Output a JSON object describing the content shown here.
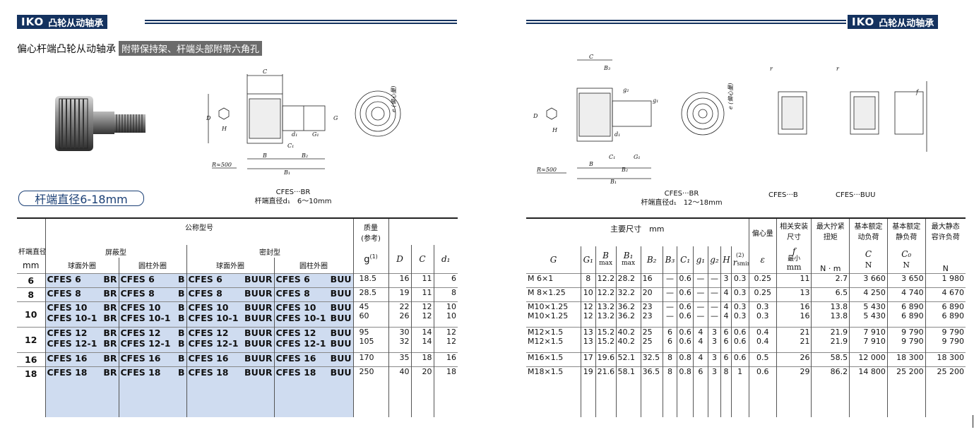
{
  "left_header": {
    "logo": "IKO",
    "title": "凸轮从动轴承"
  },
  "right_header": {
    "logo": "IKO",
    "title": "凸轮从动轴承"
  },
  "subtitle": {
    "main": "偏心杆端凸轮从动轴承",
    "highlight": "附带保持架、杆端头部附带六角孔"
  },
  "shaft_range_label": "杆端直径6-18mm",
  "captions": {
    "left": [
      "CFES···BR",
      "杆端直径d₁　6～10mm"
    ],
    "right_main": [
      "CFES···BR",
      "杆端直径d₁　12～18mm"
    ],
    "right_b": "CFES···B",
    "right_buu": "CFES···BUU"
  },
  "drawing_labels": {
    "left": [
      "C",
      "D",
      "H",
      "e (偏心量)",
      "G",
      "d₁",
      "G₁",
      "C₁",
      "B",
      "B₂",
      "B₁",
      "R≈500"
    ],
    "right": [
      "C",
      "B₃",
      "g₂",
      "g₁",
      "D",
      "H",
      "d₁",
      "C₁",
      "G₁",
      "B",
      "B₂",
      "B₁",
      "R≈500",
      "e (偏心量)",
      "r",
      "r",
      "f"
    ]
  },
  "left_table": {
    "headers": {
      "col0": "杆端直径",
      "col0_unit": "mm",
      "nominal": "公称型号",
      "shielded": "屏蔽型",
      "sealed": "密封型",
      "spherical": "球面外圈",
      "cylindrical": "圆柱外圈",
      "mass": "质量\n(参考)",
      "mass_unit": "g",
      "mass_note": "(1)",
      "D": "D",
      "C": "C",
      "d1": "d₁"
    },
    "rows": [
      {
        "d": "6",
        "lines": [
          [
            "CFES  6",
            "BR",
            "CFES  6",
            "B",
            "CFES  6",
            "BUUR",
            "CFES  6",
            "BUU",
            "18.5",
            "16",
            "11",
            "6"
          ]
        ]
      },
      {
        "d": "8",
        "lines": [
          [
            "CFES  8",
            "BR",
            "CFES  8",
            "B",
            "CFES  8",
            "BUUR",
            "CFES  8",
            "BUU",
            "28.5",
            "19",
            "11",
            "8"
          ]
        ]
      },
      {
        "d": "10",
        "lines": [
          [
            "CFES 10",
            "BR",
            "CFES 10",
            "B",
            "CFES 10",
            "BUUR",
            "CFES 10",
            "BUU",
            "45",
            "22",
            "12",
            "10"
          ],
          [
            "CFES 10-1",
            "BR",
            "CFES 10-1",
            "B",
            "CFES 10-1",
            "BUUR",
            "CFES 10-1",
            "BUU",
            "60",
            "26",
            "12",
            "10"
          ]
        ]
      },
      {
        "d": "12",
        "lines": [
          [
            "CFES 12",
            "BR",
            "CFES 12",
            "B",
            "CFES 12",
            "BUUR",
            "CFES 12",
            "BUU",
            "95",
            "30",
            "14",
            "12"
          ],
          [
            "CFES 12-1",
            "BR",
            "CFES 12-1",
            "B",
            "CFES 12-1",
            "BUUR",
            "CFES 12-1",
            "BUU",
            "105",
            "32",
            "14",
            "12"
          ]
        ]
      },
      {
        "d": "16",
        "lines": [
          [
            "CFES 16",
            "BR",
            "CFES 16",
            "B",
            "CFES 16",
            "BUUR",
            "CFES 16",
            "BUU",
            "170",
            "35",
            "18",
            "16"
          ]
        ]
      },
      {
        "d": "18",
        "lines": [
          [
            "CFES 18",
            "BR",
            "CFES 18",
            "B",
            "CFES 18",
            "BUUR",
            "CFES 18",
            "BUU",
            "250",
            "40",
            "20",
            "18"
          ]
        ]
      }
    ]
  },
  "right_table": {
    "headers": {
      "main_dims": "主要尺寸　mm",
      "ecc": "偏心量",
      "mount": "相关安装\n尺寸",
      "torque": "最大拧紧\n扭矩",
      "dyn": "基本额定\n动负荷",
      "stat": "基本额定\n静负荷",
      "maxstat": "最大静态\n容许负荷",
      "G": "G",
      "G1": "G₁",
      "B": "B",
      "B_max": "max",
      "B1": "B₁",
      "B1_max": "max",
      "B2": "B₂",
      "B3": "B₃",
      "C1": "C₁",
      "g1": "g₁",
      "g2": "g₂",
      "H": "H",
      "rsmin_note": "(2)",
      "rsmin": "r",
      "rsmin_sub": "smin",
      "eps": "ε",
      "f": "f",
      "f_min": "最小",
      "f_unit": "mm",
      "torque_unit": "N · m",
      "Cdyn": "C",
      "C0": "C₀",
      "unit_N": "N"
    },
    "rows": [
      {
        "lines": [
          [
            "M  6×1",
            "8",
            "12.2",
            "28.2",
            "16",
            "—",
            "0.6",
            "—",
            "—",
            "3",
            "0.3",
            "0.25",
            "11",
            "2.7",
            "3 660",
            "3 650",
            "1 980"
          ]
        ]
      },
      {
        "lines": [
          [
            "M  8×1.25",
            "10",
            "12.2",
            "32.2",
            "20",
            "—",
            "0.6",
            "—",
            "—",
            "4",
            "0.3",
            "0.25",
            "13",
            "6.5",
            "4 250",
            "4 740",
            "4 670"
          ]
        ]
      },
      {
        "lines": [
          [
            "M10×1.25",
            "12",
            "13.2",
            "36.2",
            "23",
            "—",
            "0.6",
            "—",
            "—",
            "4",
            "0.3",
            "0.3",
            "16",
            "13.8",
            "5 430",
            "6 890",
            "6 890"
          ],
          [
            "M10×1.25",
            "12",
            "13.2",
            "36.2",
            "23",
            "—",
            "0.6",
            "—",
            "—",
            "4",
            "0.3",
            "0.3",
            "16",
            "13.8",
            "5 430",
            "6 890",
            "6 890"
          ]
        ]
      },
      {
        "lines": [
          [
            "M12×1.5",
            "13",
            "15.2",
            "40.2",
            "25",
            "6",
            "0.6",
            "4",
            "3",
            "6",
            "0.6",
            "0.4",
            "21",
            "21.9",
            "7 910",
            "9 790",
            "9 790"
          ],
          [
            "M12×1.5",
            "13",
            "15.2",
            "40.2",
            "25",
            "6",
            "0.6",
            "4",
            "3",
            "6",
            "0.6",
            "0.4",
            "21",
            "21.9",
            "7 910",
            "9 790",
            "9 790"
          ]
        ]
      },
      {
        "lines": [
          [
            "M16×1.5",
            "17",
            "19.6",
            "52.1",
            "32.5",
            "8",
            "0.8",
            "4",
            "3",
            "6",
            "0.6",
            "0.5",
            "26",
            "58.5",
            "12 000",
            "18 300",
            "18 300"
          ]
        ]
      },
      {
        "lines": [
          [
            "M18×1.5",
            "19",
            "21.6",
            "58.1",
            "36.5",
            "8",
            "0.8",
            "6",
            "3",
            "8",
            "1",
            "0.6",
            "29",
            "86.2",
            "14 800",
            "25 200",
            "25 200"
          ]
        ]
      }
    ]
  }
}
